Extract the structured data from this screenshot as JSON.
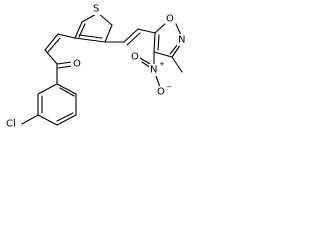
{
  "atoms": {
    "sulfur": "S",
    "oxygen_carbonyl": "O",
    "chlorine": "Cl",
    "isoxazole_oxygen": "O",
    "isoxazole_nitrogen": "N",
    "nitro_nitrogen": "N",
    "nitro_oxygen_top": "O",
    "nitro_oxygen_bottom": "O",
    "nitro_plus": "+",
    "nitro_minus": "−"
  }
}
